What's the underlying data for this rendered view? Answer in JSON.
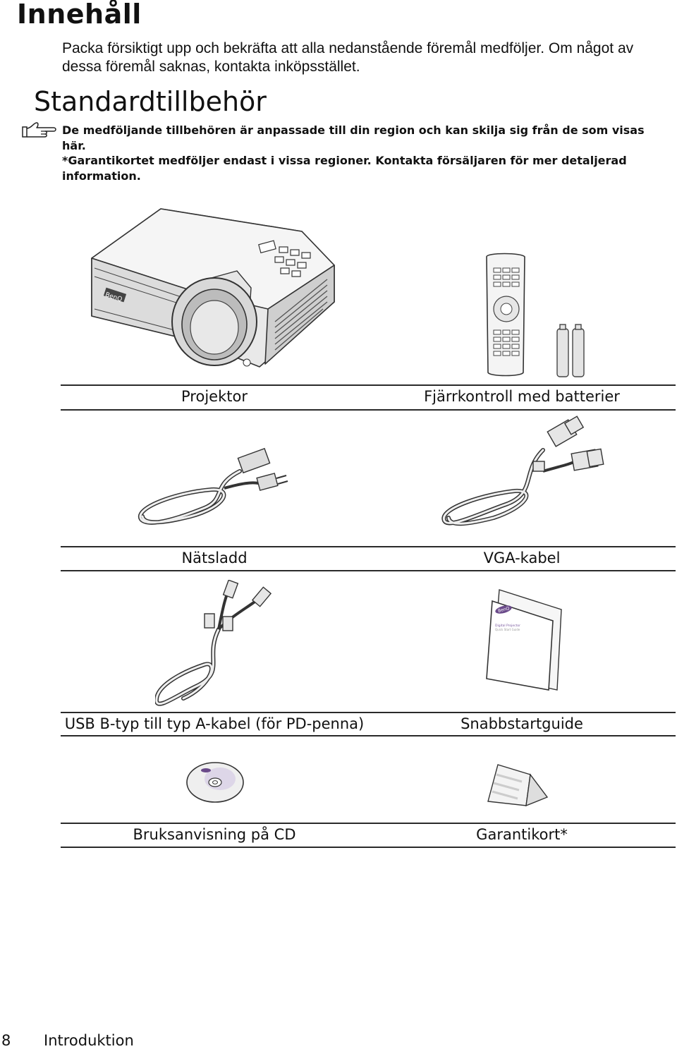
{
  "title": "Innehåll",
  "intro": "Packa försiktigt upp och bekräfta att alla nedanstående föremål medföljer. Om något av dessa föremål saknas, kontakta inköpsstället.",
  "section": {
    "heading": "Standardtillbehör",
    "note_icon": "pointing-hand-icon",
    "note1": "De medföljande tillbehören är anpassade till din region och kan skilja sig från de som visas här.",
    "note2": "*Garantikortet medföljer endast i vissa regioner. Kontakta försäljaren för mer detaljerad information."
  },
  "items": [
    {
      "label": "Projektor",
      "icon": "projector-illustration"
    },
    {
      "label": "Fjärrkontroll med batterier",
      "icon": "remote-control-illustration"
    },
    {
      "label": "Nätsladd",
      "icon": "power-cord-illustration"
    },
    {
      "label": "VGA-kabel",
      "icon": "vga-cable-illustration"
    },
    {
      "label": "USB B-typ till typ A-kabel (för PD-penna)",
      "icon": "usb-cable-illustration"
    },
    {
      "label": "Snabbstartguide",
      "icon": "quick-start-guide-illustration"
    },
    {
      "label": "Bruksanvisning på CD",
      "icon": "cd-illustration"
    },
    {
      "label": "Garantikort*",
      "icon": "warranty-card-illustration"
    }
  ],
  "illustration_text": {
    "brand": "BenQ",
    "guide_title": "Digital Projector",
    "guide_subtitle": "Quick Start Guide"
  },
  "footer": {
    "page_number": "8",
    "section_name": "Introduktion"
  }
}
